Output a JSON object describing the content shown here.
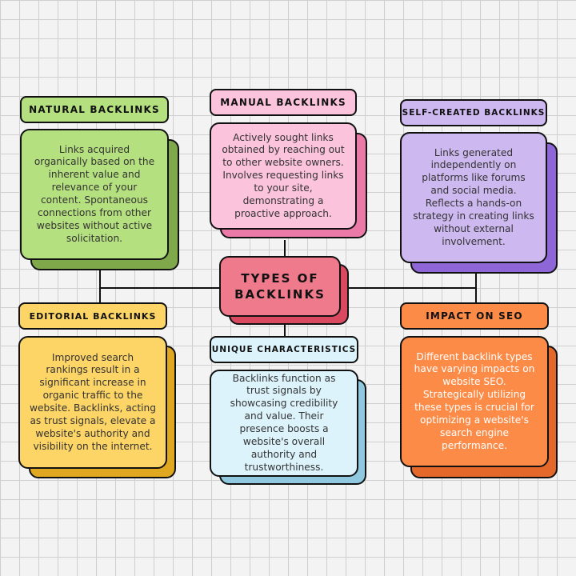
{
  "center": {
    "title": "TYPES OF BACKLINKS"
  },
  "nodes": {
    "natural": {
      "label": "NATURAL BACKLINKS",
      "text": "Links acquired organically based on the inherent value and relevance of your content. Spontaneous connections from other websites without active solicitation."
    },
    "manual": {
      "label": "MANUAL BACKLINKS",
      "text": "Actively sought links obtained by reaching out to other website owners. Involves requesting links to your site, demonstrating a proactive approach."
    },
    "self_created": {
      "label": "SELF-CREATED BACKLINKS",
      "text": "Links generated independently on platforms like forums and social media. Reflects a hands-on strategy in creating links without external involvement."
    },
    "editorial": {
      "label": "EDITORIAL BACKLINKS",
      "text": "Improved search rankings result in a significant increase in organic traffic to the website. Backlinks, acting as trust signals, elevate a website's authority and visibility on the internet."
    },
    "unique": {
      "label": "UNIQUE CHARACTERISTICS",
      "text": "Backlinks function as trust signals by showcasing credibility and value. Their presence boosts a website's overall authority and trustworthiness."
    },
    "impact": {
      "label": "IMPACT ON SEO",
      "text": "Different backlink types have varying impacts on website SEO. Strategically utilizing these types is crucial for optimizing a website's search engine performance."
    }
  },
  "colors": {
    "natural": "#b5e07f",
    "natural_shadow": "#7ea84a",
    "manual": "#fbc3dc",
    "manual_shadow": "#ec7aa8",
    "self_created": "#cdb8f0",
    "self_created_shadow": "#8e66d8",
    "editorial": "#fdd466",
    "editorial_shadow": "#e0a820",
    "unique": "#dcf3fb",
    "unique_shadow": "#8fc8df",
    "impact": "#fb8b47",
    "impact_shadow": "#e4682a",
    "center": "#ee7a8c",
    "center_shadow": "#d94a60"
  }
}
